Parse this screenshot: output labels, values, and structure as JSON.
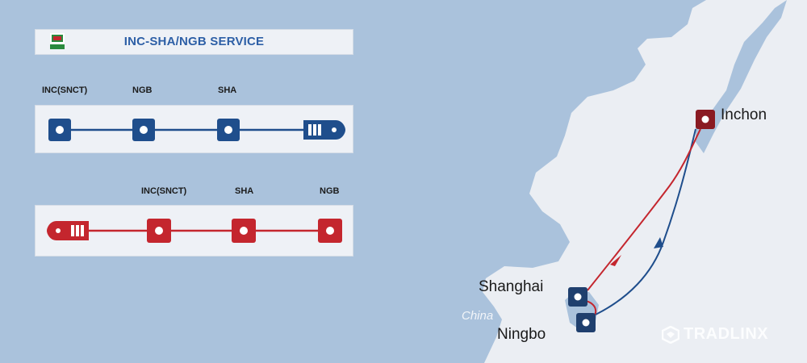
{
  "title": "INC-SHA/NGB SERVICE",
  "north_route": {
    "ports": [
      "INC(SNCT)",
      "NGB",
      "SHA"
    ],
    "color": "#1f4e8c"
  },
  "south_route": {
    "ports": [
      "INC(SNCT)",
      "SHA",
      "NGB"
    ],
    "color": "#c4262e"
  },
  "map": {
    "markers": [
      "Inchon",
      "Shanghai",
      "Ningbo"
    ],
    "country_label": "China",
    "sea_color": "#aac2dc",
    "land_color": "#ebeef3"
  },
  "watermark": "TRADLINX"
}
